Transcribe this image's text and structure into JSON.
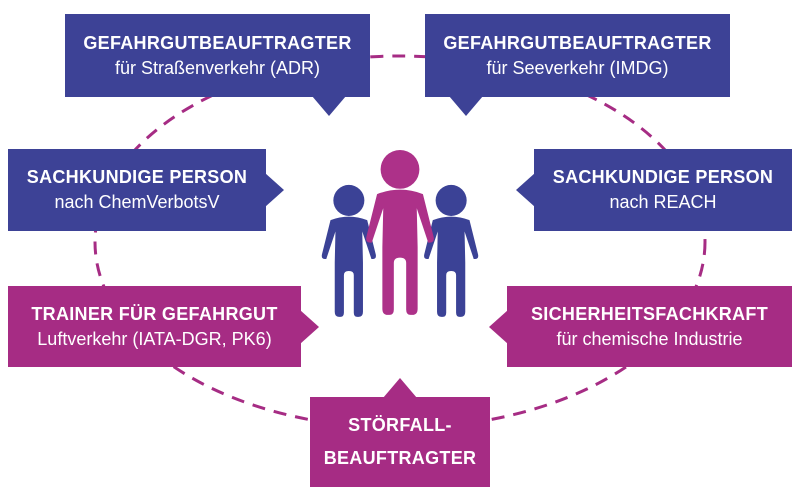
{
  "page": {
    "background": "#ffffff"
  },
  "colors": {
    "indigo": "#3d4296",
    "magenta": "#a62c84",
    "dashed_circle": "#a62c84",
    "figure_center": "#ad3189",
    "figure_side": "#3b4296",
    "node_text": "#ffffff"
  },
  "diagram": {
    "center_icon": "people-group-icon",
    "nodes": [
      {
        "id": "gefahrgutbeauftragter-adr",
        "title": "GEFAHRGUTBEAUFTRAGTER",
        "subtitle": "für Straßenverkehr (ADR)",
        "color": "indigo",
        "pointer": "bottom-right"
      },
      {
        "id": "gefahrgutbeauftragter-imdg",
        "title": "GEFAHRGUTBEAUFTRAGTER",
        "subtitle": "für Seeverkehr (IMDG)",
        "color": "indigo",
        "pointer": "bottom-left"
      },
      {
        "id": "sachkundige-chemverbotsv",
        "title": "SACHKUNDIGE PERSON",
        "subtitle": "nach ChemVerbotsV",
        "color": "indigo",
        "pointer": "right"
      },
      {
        "id": "sachkundige-reach",
        "title": "SACHKUNDIGE PERSON",
        "subtitle": "nach REACH",
        "color": "indigo",
        "pointer": "left"
      },
      {
        "id": "trainer-gefahrgut-luft",
        "title": "TRAINER FÜR GEFAHRGUT",
        "subtitle": "Luftverkehr (IATA-DGR, PK6)",
        "color": "magenta",
        "pointer": "right"
      },
      {
        "id": "sicherheitsfachkraft",
        "title": "SICHERHEITSFACHKRAFT",
        "subtitle": "für chemische Industrie",
        "color": "magenta",
        "pointer": "left"
      },
      {
        "id": "stoerfallbeauftragter",
        "title": "STÖRFALL-",
        "subtitle": "BEAUFTRAGTER",
        "color": "magenta",
        "pointer": "top"
      }
    ]
  }
}
